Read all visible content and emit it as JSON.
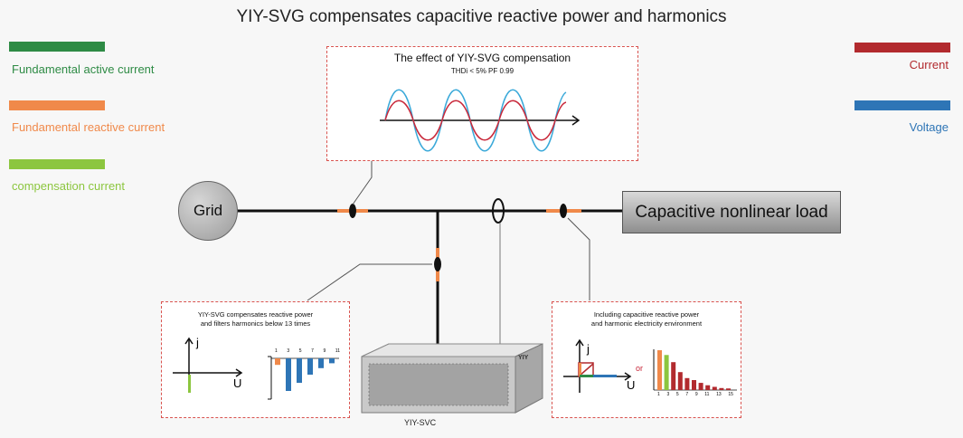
{
  "title": "YIY-SVG compensates capacitive reactive power and harmonics",
  "legend_left": [
    {
      "label": "Fundamental active current",
      "color": "#2e8b45"
    },
    {
      "label": "Fundamental reactive current",
      "color": "#f0894a"
    },
    {
      "label": "compensation current",
      "color": "#8cc63f"
    }
  ],
  "legend_right": [
    {
      "label": "Current",
      "color": "#b22a2e"
    },
    {
      "label": "Voltage",
      "color": "#2e75b6"
    }
  ],
  "nodes": {
    "grid": "Grid",
    "load": "Capacitive nonlinear load"
  },
  "top_panel": {
    "title": "The effect of YIY-SVG compensation",
    "stats": "THDi < 5%    PF   0.99"
  },
  "left_panel": {
    "line1": "YIY-SVG compensates reactive power",
    "line2": "and filters harmonics below 13 times",
    "axis_j": "j",
    "axis_u": "U",
    "harmonic_ticks": [
      "1",
      "3",
      "5",
      "7",
      "9",
      "11"
    ]
  },
  "right_panel": {
    "line1": "Including capacitive reactive power",
    "line2": "and harmonic electricity environment",
    "axis_j": "j",
    "axis_u": "U",
    "or_label": "or",
    "harmonic_ticks": [
      "1",
      "3",
      "5",
      "7",
      "9",
      "11",
      "13",
      "15"
    ]
  },
  "device": {
    "label": "YIY-SVC",
    "brand": "YIY"
  },
  "left_harmonic_values": [
    0.2,
    1.0,
    0.75,
    0.5,
    0.3,
    0.15
  ],
  "right_harmonic_values": [
    1.0,
    0.88,
    0.7,
    0.45,
    0.3,
    0.25,
    0.18,
    0.12,
    0.08,
    0.05,
    0.04
  ]
}
